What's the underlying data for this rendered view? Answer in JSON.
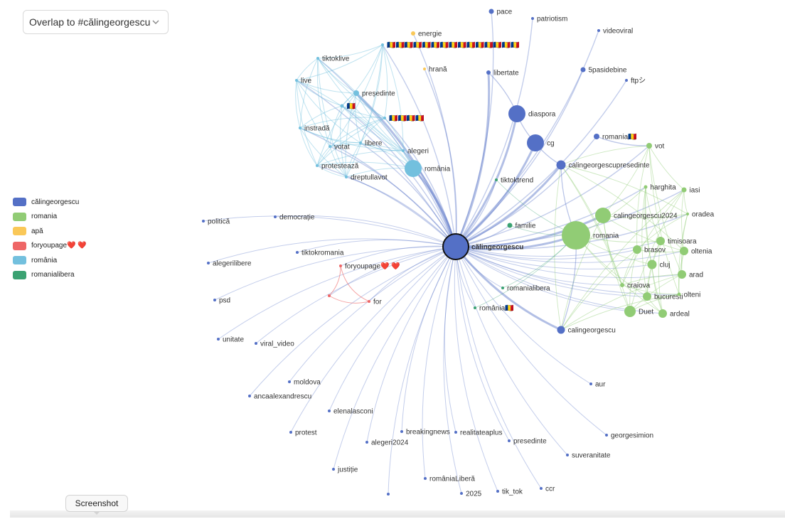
{
  "dropdown": {
    "value": "Overlap to #călingeorgescu"
  },
  "legend": [
    {
      "label": "călingeorgescu",
      "color": "#5470c6"
    },
    {
      "label": "romania",
      "color": "#91cc75"
    },
    {
      "label": "apă",
      "color": "#fac858"
    },
    {
      "label": "foryoupage❤️ ❤️",
      "color": "#ee6666"
    },
    {
      "label": "românia",
      "color": "#73c0de"
    },
    {
      "label": "romanialibera",
      "color": "#3ba272"
    }
  ],
  "graph": {
    "nodes": [
      {
        "label": "călingeorgescu",
        "group": 0,
        "size": 36,
        "bold": true
      },
      {
        "label": "romania",
        "group": 1,
        "size": 40
      },
      {
        "label": "diaspora",
        "group": 0,
        "size": 24
      },
      {
        "label": "cg",
        "group": 0,
        "size": 24
      },
      {
        "label": "românia",
        "group": 4,
        "size": 24
      },
      {
        "label": "calingeorgescupresedinte",
        "group": 0,
        "size": 13
      },
      {
        "label": "calingeorgescu",
        "group": 0,
        "size": 11
      },
      {
        "label": "romania🇷🇴",
        "group": 0,
        "size": 8
      },
      {
        "label": "calingeorgescu2024",
        "group": 1,
        "size": 22
      },
      {
        "label": "vot",
        "group": 1,
        "size": 8
      },
      {
        "label": "pace",
        "group": 0,
        "size": 7
      },
      {
        "label": "patriotism",
        "group": 0,
        "size": 4
      },
      {
        "label": "videoviral",
        "group": 0,
        "size": 4
      },
      {
        "label": "energie",
        "group": 2,
        "size": 6
      },
      {
        "label": "🇷🇴🇷🇴🇷🇴🇷🇴🇷🇴🇷🇴🇷🇴🇷🇴🇷🇴🇷🇴🇷🇴🇷🇴🇷🇴🇷🇴🇷🇴",
        "group": 4,
        "size": 4
      },
      {
        "label": "hrană",
        "group": 2,
        "size": 4
      },
      {
        "label": "libertate",
        "group": 0,
        "size": 6
      },
      {
        "label": "5pasidebine",
        "group": 0,
        "size": 7
      },
      {
        "label": "ftpシ",
        "group": 0,
        "size": 4
      },
      {
        "label": "tiktoklive",
        "group": 4,
        "size": 4
      },
      {
        "label": "live",
        "group": 4,
        "size": 4
      },
      {
        "label": "președinte",
        "group": 4,
        "size": 8
      },
      {
        "label": "🇷🇴",
        "group": 4,
        "size": 5
      },
      {
        "label": "🇷🇴🇷🇴🇷🇴🇷🇴",
        "group": 4,
        "size": 4
      },
      {
        "label": "instradă",
        "group": 4,
        "size": 4
      },
      {
        "label": "libere",
        "group": 4,
        "size": 4
      },
      {
        "label": "alegeri",
        "group": 4,
        "size": 4
      },
      {
        "label": "votat",
        "group": 4,
        "size": 4
      },
      {
        "label": "protestează",
        "group": 4,
        "size": 4
      },
      {
        "label": "dreptullavot",
        "group": 4,
        "size": 4
      },
      {
        "label": "tiktoktrend",
        "group": 5,
        "size": 4
      },
      {
        "label": "harghita",
        "group": 1,
        "size": 5
      },
      {
        "label": "iasi",
        "group": 1,
        "size": 7
      },
      {
        "label": "oradea",
        "group": 1,
        "size": 4
      },
      {
        "label": "familie",
        "group": 5,
        "size": 7
      },
      {
        "label": "timisoara",
        "group": 1,
        "size": 12
      },
      {
        "label": "brasov",
        "group": 1,
        "size": 12
      },
      {
        "label": "oltenia",
        "group": 1,
        "size": 12
      },
      {
        "label": "cluj",
        "group": 1,
        "size": 13
      },
      {
        "label": "arad",
        "group": 1,
        "size": 12
      },
      {
        "label": "craiova",
        "group": 1,
        "size": 6
      },
      {
        "label": "bucuresti",
        "group": 1,
        "size": 12
      },
      {
        "label": "olteni",
        "group": 1,
        "size": 5
      },
      {
        "label": "Duet",
        "group": 1,
        "size": 16
      },
      {
        "label": "ardeal",
        "group": 1,
        "size": 12
      },
      {
        "label": "romanialibera",
        "group": 5,
        "size": 4
      },
      {
        "label": "românia🇷🇴",
        "group": 5,
        "size": 4
      },
      {
        "label": "politică",
        "group": 0,
        "size": 4
      },
      {
        "label": "democrație",
        "group": 0,
        "size": 4
      },
      {
        "label": "tiktokromania",
        "group": 0,
        "size": 4
      },
      {
        "label": "alegerilibere",
        "group": 0,
        "size": 4
      },
      {
        "label": "foryoupage❤️ ❤️",
        "group": 3,
        "size": 4
      },
      {
        "label": "psd",
        "group": 0,
        "size": 4
      },
      {
        "label": "for",
        "group": 3,
        "size": 4
      },
      {
        "label": "",
        "group": 3,
        "size": 4
      },
      {
        "label": "unitate",
        "group": 0,
        "size": 4
      },
      {
        "label": "viral_video",
        "group": 0,
        "size": 4
      },
      {
        "label": "moldova",
        "group": 0,
        "size": 4
      },
      {
        "label": "ancaalexandrescu",
        "group": 0,
        "size": 4
      },
      {
        "label": "elenalasconi",
        "group": 0,
        "size": 4
      },
      {
        "label": "protest",
        "group": 0,
        "size": 4
      },
      {
        "label": "breakingnews",
        "group": 0,
        "size": 4
      },
      {
        "label": "realitateaplus",
        "group": 0,
        "size": 4
      },
      {
        "label": "alegeri2024",
        "group": 0,
        "size": 4
      },
      {
        "label": "presedinte",
        "group": 0,
        "size": 4
      },
      {
        "label": "suveranitate",
        "group": 0,
        "size": 4
      },
      {
        "label": "georgesimion",
        "group": 0,
        "size": 4
      },
      {
        "label": "aur",
        "group": 0,
        "size": 4
      },
      {
        "label": "justiție",
        "group": 0,
        "size": 4
      },
      {
        "label": "româniaLiberă",
        "group": 0,
        "size": 4
      },
      {
        "label": "ccr",
        "group": 0,
        "size": 4
      },
      {
        "label": "2025",
        "group": 0,
        "size": 4
      },
      {
        "label": "tik_tok",
        "group": 0,
        "size": 4
      },
      {
        "label": "",
        "group": 0,
        "size": 4
      }
    ]
  },
  "toolbar": {
    "screenshot_label": "Screenshot"
  }
}
